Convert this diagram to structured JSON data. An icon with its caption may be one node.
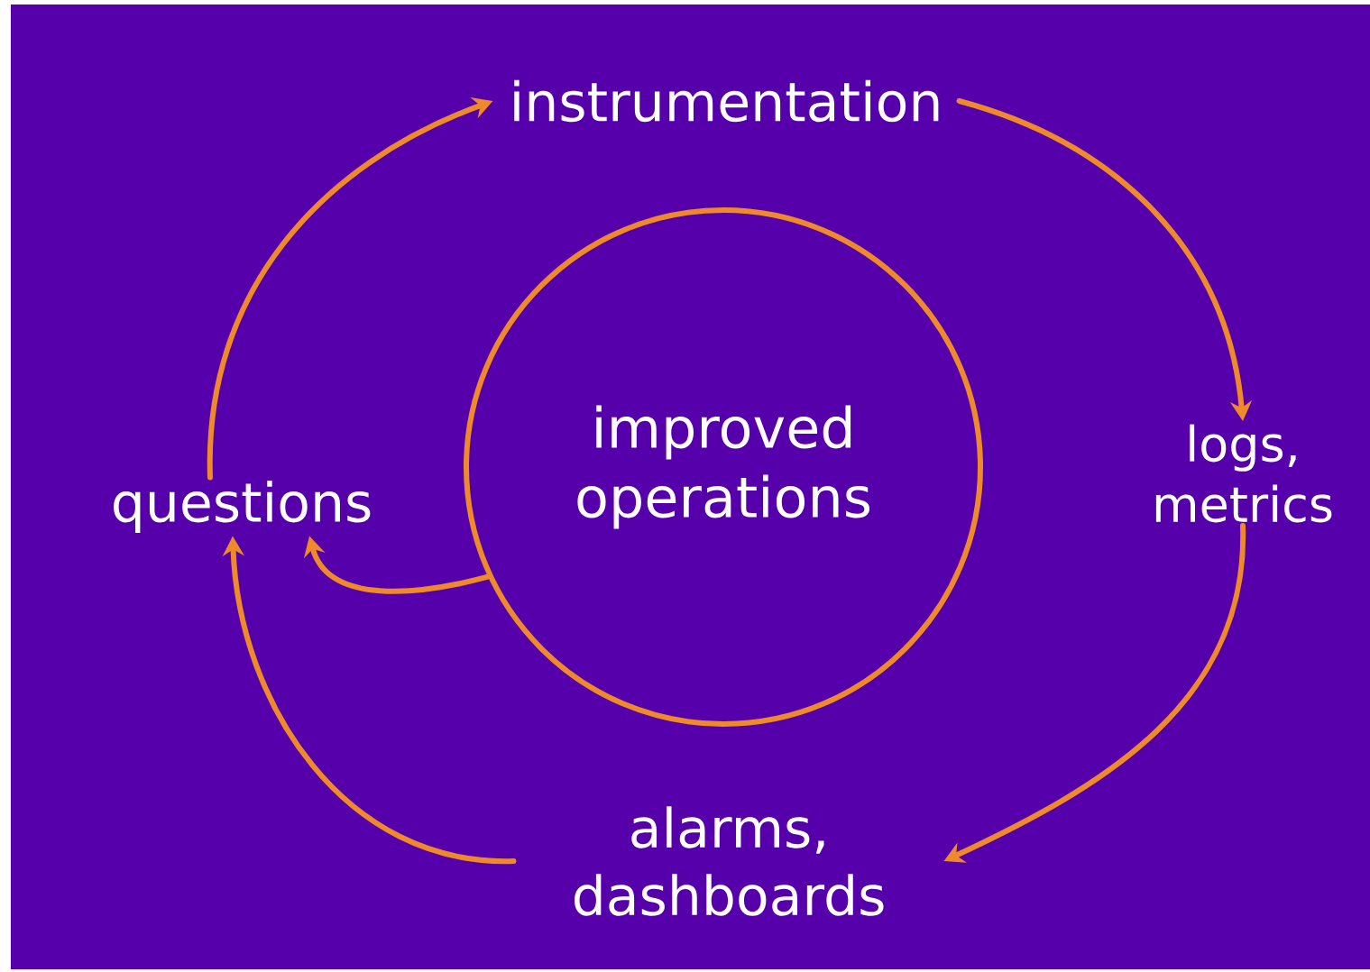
{
  "diagram": {
    "nodes": [
      {
        "text": [
          "instrumentation"
        ]
      },
      {
        "text": [
          "logs, metrics"
        ]
      },
      {
        "text": [
          "alarms, dashboards"
        ]
      },
      {
        "text": [
          "questions"
        ]
      },
      {
        "text": [
          "improved operations"
        ]
      }
    ],
    "edges": [
      {
        "from": 3,
        "to": 0,
        "arrow": "to"
      },
      {
        "from": 0,
        "to": 1,
        "arrow": "to"
      },
      {
        "from": 1,
        "to": 2,
        "arrow": "to"
      },
      {
        "from": 2,
        "to": 3,
        "arrow": "to"
      },
      {
        "from": 4,
        "to": 3,
        "arrow": "to"
      }
    ]
  }
}
